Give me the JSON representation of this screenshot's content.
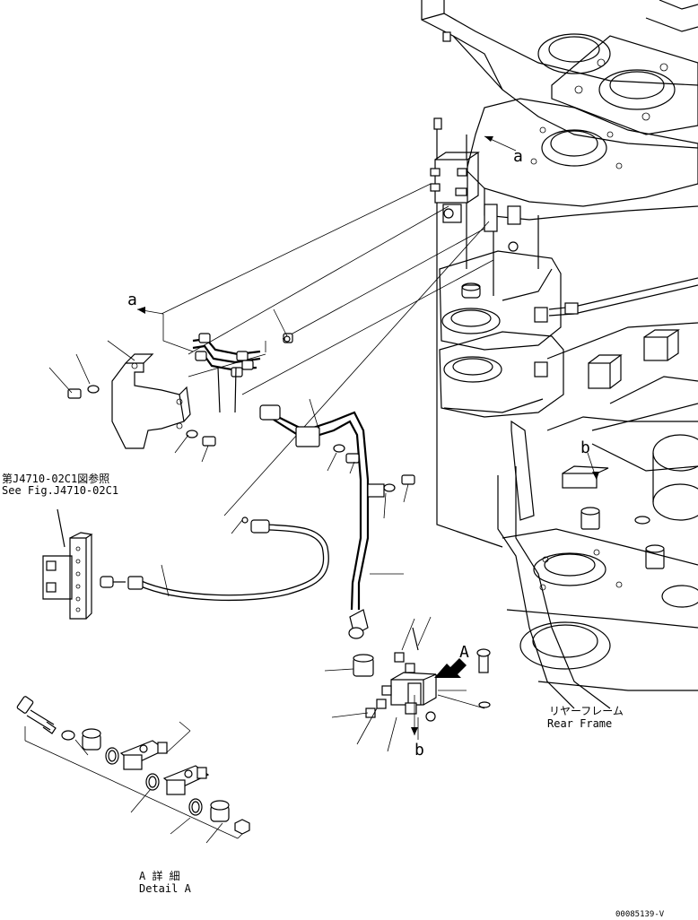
{
  "labels": {
    "a_top": "a",
    "a_left": "a",
    "b_right": "b",
    "b_bottom": "b",
    "detail_marker": "A",
    "ref_jp": "第J4710-02C1図参照",
    "ref_en": "See Fig.J4710-02C1",
    "rear_frame_jp": "リヤーフレーム",
    "rear_frame_en": "Rear Frame",
    "detail_jp": "A 詳 細",
    "detail_en": "Detail A",
    "drawing_number": "00085139-V"
  }
}
